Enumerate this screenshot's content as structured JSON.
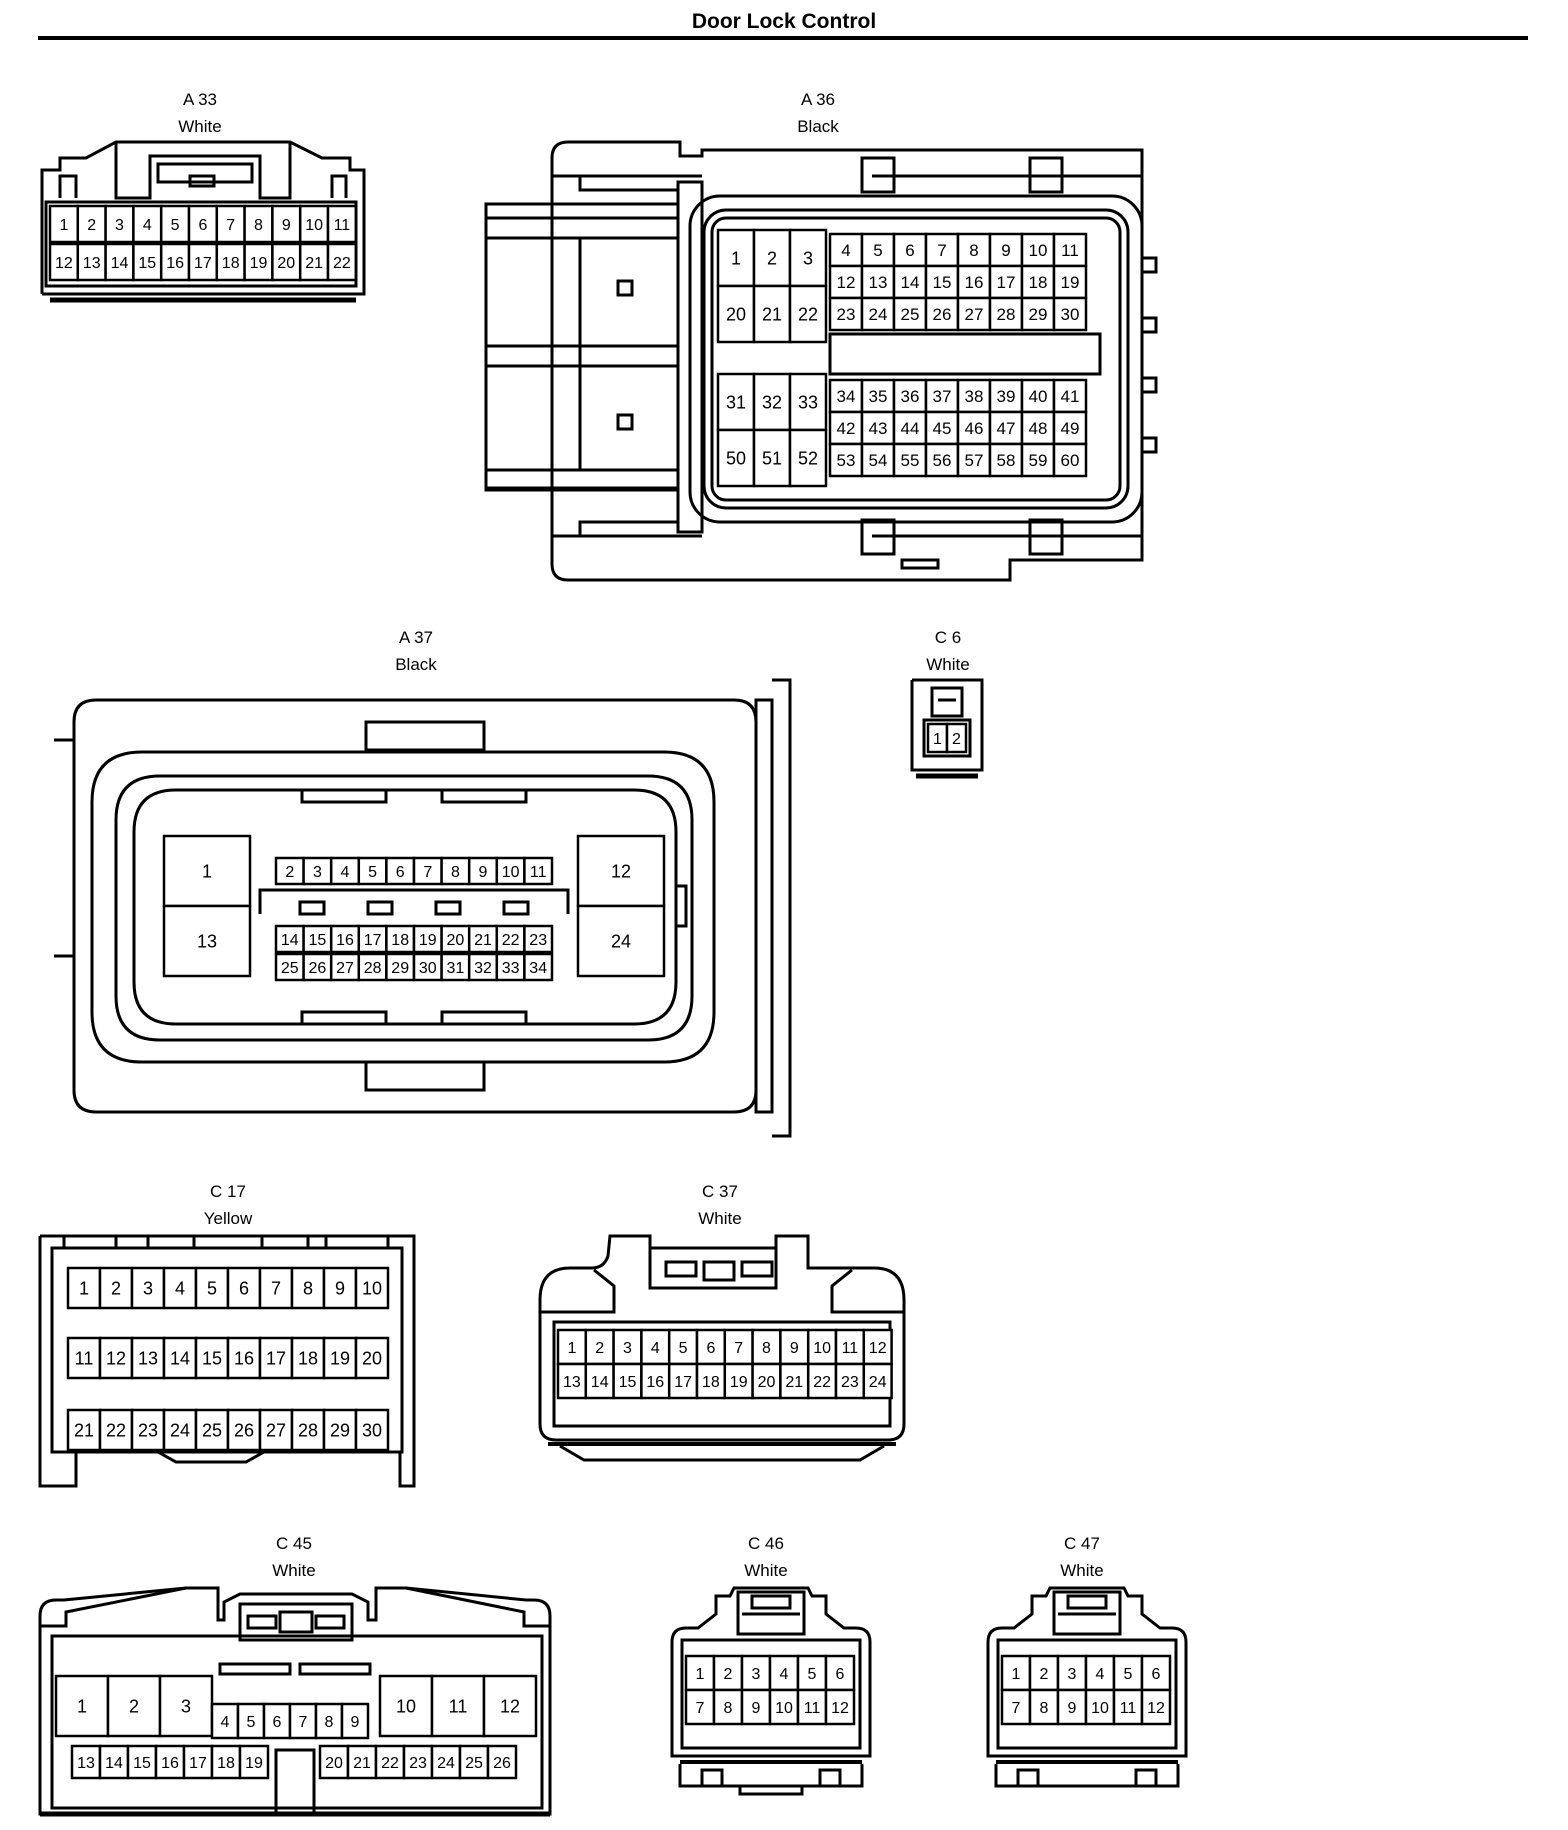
{
  "page": {
    "title": "Door Lock Control"
  },
  "connectors": [
    {
      "key": "a33",
      "name": "A 33",
      "color": "White"
    },
    {
      "key": "a36",
      "name": "A 36",
      "color": "Black"
    },
    {
      "key": "a37",
      "name": "A 37",
      "color": "Black"
    },
    {
      "key": "c6",
      "name": "C 6",
      "color": "White"
    },
    {
      "key": "c17",
      "name": "C 17",
      "color": "Yellow"
    },
    {
      "key": "c37",
      "name": "C 37",
      "color": "White"
    },
    {
      "key": "c45",
      "name": "C 45",
      "color": "White"
    },
    {
      "key": "c46",
      "name": "C 46",
      "color": "White"
    },
    {
      "key": "c47",
      "name": "C 47",
      "color": "White"
    }
  ],
  "pins": {
    "a33": [
      "1",
      "2",
      "3",
      "4",
      "5",
      "6",
      "7",
      "8",
      "9",
      "10",
      "11",
      "12",
      "13",
      "14",
      "15",
      "16",
      "17",
      "18",
      "19",
      "20",
      "21",
      "22"
    ],
    "a36": [
      "1",
      "2",
      "3",
      "4",
      "5",
      "6",
      "7",
      "8",
      "9",
      "10",
      "11",
      "12",
      "13",
      "14",
      "15",
      "16",
      "17",
      "18",
      "19",
      "20",
      "21",
      "22",
      "23",
      "24",
      "25",
      "26",
      "27",
      "28",
      "29",
      "30",
      "31",
      "32",
      "33",
      "34",
      "35",
      "36",
      "37",
      "38",
      "39",
      "40",
      "41",
      "42",
      "43",
      "44",
      "45",
      "46",
      "47",
      "48",
      "49",
      "50",
      "51",
      "52",
      "53",
      "54",
      "55",
      "56",
      "57",
      "58",
      "59",
      "60"
    ],
    "a37": [
      "1",
      "2",
      "3",
      "4",
      "5",
      "6",
      "7",
      "8",
      "9",
      "10",
      "11",
      "12",
      "13",
      "14",
      "15",
      "16",
      "17",
      "18",
      "19",
      "20",
      "21",
      "22",
      "23",
      "24",
      "25",
      "26",
      "27",
      "28",
      "29",
      "30",
      "31",
      "32",
      "33",
      "34"
    ],
    "c6": [
      "1",
      "2"
    ],
    "c17": [
      "1",
      "2",
      "3",
      "4",
      "5",
      "6",
      "7",
      "8",
      "9",
      "10",
      "11",
      "12",
      "13",
      "14",
      "15",
      "16",
      "17",
      "18",
      "19",
      "20",
      "21",
      "22",
      "23",
      "24",
      "25",
      "26",
      "27",
      "28",
      "29",
      "30"
    ],
    "c37": [
      "1",
      "2",
      "3",
      "4",
      "5",
      "6",
      "7",
      "8",
      "9",
      "10",
      "11",
      "12",
      "13",
      "14",
      "15",
      "16",
      "17",
      "18",
      "19",
      "20",
      "21",
      "22",
      "23",
      "24"
    ],
    "c45": [
      "1",
      "2",
      "3",
      "4",
      "5",
      "6",
      "7",
      "8",
      "9",
      "10",
      "11",
      "12",
      "13",
      "14",
      "15",
      "16",
      "17",
      "18",
      "19",
      "20",
      "21",
      "22",
      "23",
      "24",
      "25",
      "26"
    ],
    "c46": [
      "1",
      "2",
      "3",
      "4",
      "5",
      "6",
      "7",
      "8",
      "9",
      "10",
      "11",
      "12"
    ],
    "c47": [
      "1",
      "2",
      "3",
      "4",
      "5",
      "6",
      "7",
      "8",
      "9",
      "10",
      "11",
      "12"
    ]
  }
}
